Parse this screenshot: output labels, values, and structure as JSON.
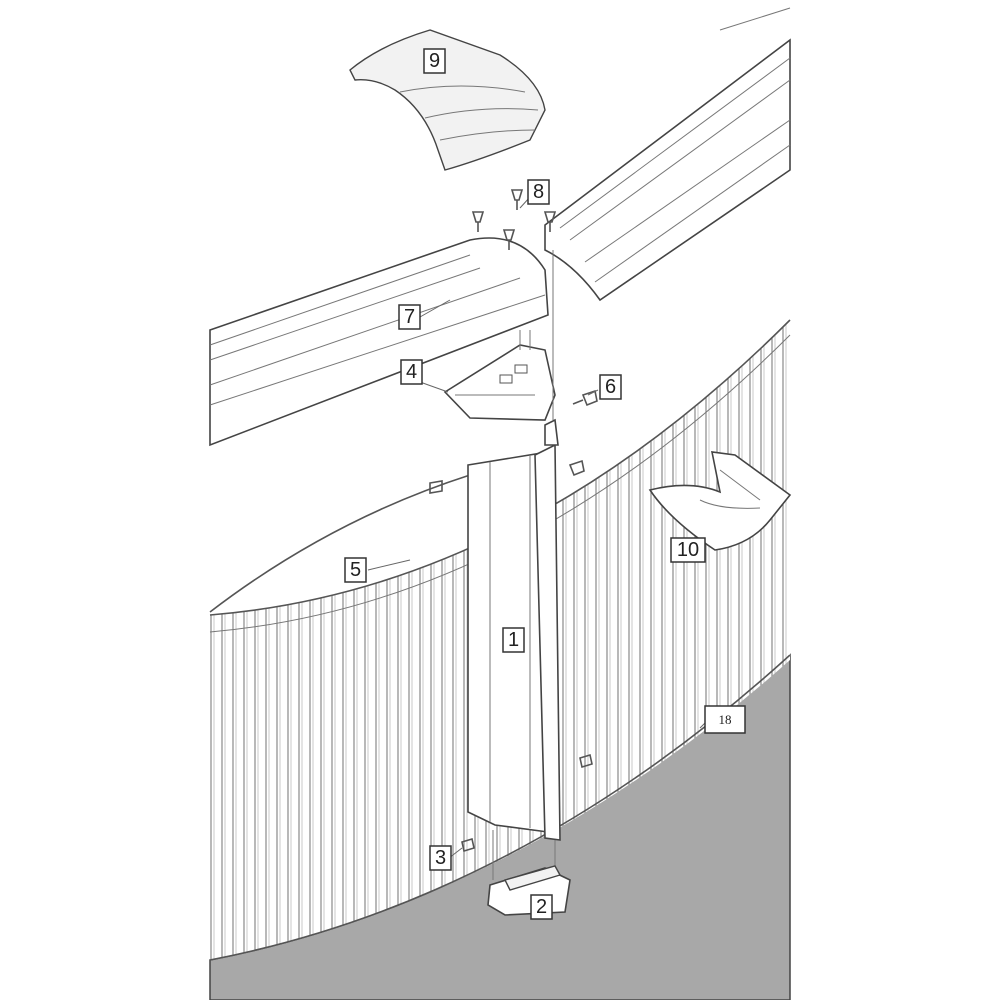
{
  "callouts": {
    "p1": "1",
    "p2": "2",
    "p3": "3",
    "p4": "4",
    "p5": "5",
    "p6": "6",
    "p7": "7",
    "p8": "8",
    "p9": "9",
    "p10": "10",
    "p18": "18"
  },
  "colors": {
    "ground": "#a8a8a8",
    "line": "#444444",
    "background": "#ffffff"
  }
}
